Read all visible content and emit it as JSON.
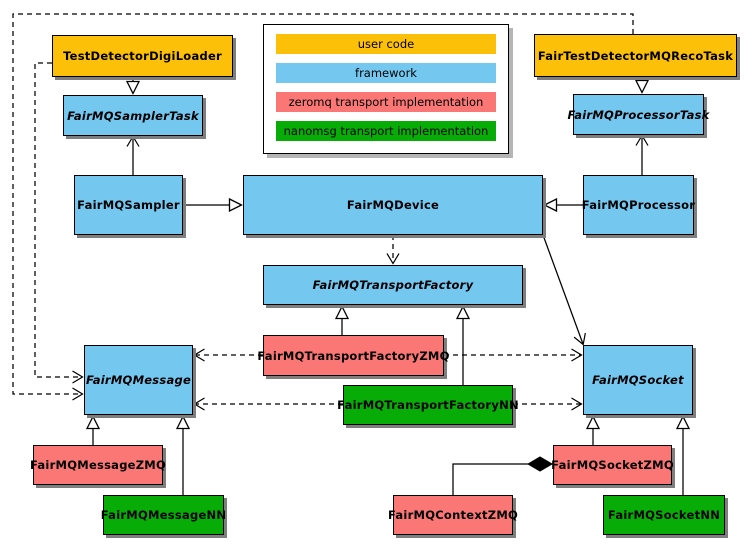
{
  "legend": {
    "items": [
      {
        "key": "user",
        "label": "user code",
        "color": "#FDC008"
      },
      {
        "key": "framework",
        "label": "framework",
        "color": "#74C7EF"
      },
      {
        "key": "zmq",
        "label": "zeromq transport implementation",
        "color": "#FA7775"
      },
      {
        "key": "nn",
        "label": "nanomsg transport implementation",
        "color": "#07AC07"
      }
    ]
  },
  "nodes": [
    {
      "id": "TestDetectorDigiLoader",
      "label": "TestDetectorDigiLoader",
      "category": "user",
      "abstract": false
    },
    {
      "id": "FairTestDetectorMQRecoTask",
      "label": "FairTestDetectorMQRecoTask",
      "category": "user",
      "abstract": false
    },
    {
      "id": "FairMQSamplerTask",
      "label": "FairMQSamplerTask",
      "category": "framework",
      "abstract": true
    },
    {
      "id": "FairMQProcessorTask",
      "label": "FairMQProcessorTask",
      "category": "framework",
      "abstract": true
    },
    {
      "id": "FairMQSampler",
      "label": "FairMQSampler",
      "category": "framework",
      "abstract": false
    },
    {
      "id": "FairMQDevice",
      "label": "FairMQDevice",
      "category": "framework",
      "abstract": false
    },
    {
      "id": "FairMQProcessor",
      "label": "FairMQProcessor",
      "category": "framework",
      "abstract": false
    },
    {
      "id": "FairMQTransportFactory",
      "label": "FairMQTransportFactory",
      "category": "framework",
      "abstract": true
    },
    {
      "id": "FairMQTransportFactoryZMQ",
      "label": "FairMQTransportFactoryZMQ",
      "category": "zmq",
      "abstract": false
    },
    {
      "id": "FairMQTransportFactoryNN",
      "label": "FairMQTransportFactoryNN",
      "category": "nn",
      "abstract": false
    },
    {
      "id": "FairMQMessage",
      "label": "FairMQMessage",
      "category": "framework",
      "abstract": true
    },
    {
      "id": "FairMQSocket",
      "label": "FairMQSocket",
      "category": "framework",
      "abstract": true
    },
    {
      "id": "FairMQMessageZMQ",
      "label": "FairMQMessageZMQ",
      "category": "zmq",
      "abstract": false
    },
    {
      "id": "FairMQMessageNN",
      "label": "FairMQMessageNN",
      "category": "nn",
      "abstract": false
    },
    {
      "id": "FairMQSocketZMQ",
      "label": "FairMQSocketZMQ",
      "category": "zmq",
      "abstract": false
    },
    {
      "id": "FairMQSocketNN",
      "label": "FairMQSocketNN",
      "category": "nn",
      "abstract": false
    },
    {
      "id": "FairMQContextZMQ",
      "label": "FairMQContextZMQ",
      "category": "zmq",
      "abstract": false
    }
  ],
  "edges": [
    {
      "from": "TestDetectorDigiLoader",
      "to": "FairMQSamplerTask",
      "relation": "inheritance",
      "line": "solid"
    },
    {
      "from": "FairTestDetectorMQRecoTask",
      "to": "FairMQProcessorTask",
      "relation": "inheritance",
      "line": "solid"
    },
    {
      "from": "FairMQSampler",
      "to": "FairMQDevice",
      "relation": "inheritance",
      "line": "solid"
    },
    {
      "from": "FairMQProcessor",
      "to": "FairMQDevice",
      "relation": "inheritance",
      "line": "solid"
    },
    {
      "from": "FairMQTransportFactoryZMQ",
      "to": "FairMQTransportFactory",
      "relation": "inheritance",
      "line": "solid"
    },
    {
      "from": "FairMQTransportFactoryNN",
      "to": "FairMQTransportFactory",
      "relation": "inheritance",
      "line": "solid"
    },
    {
      "from": "FairMQMessageZMQ",
      "to": "FairMQMessage",
      "relation": "inheritance",
      "line": "solid"
    },
    {
      "from": "FairMQMessageNN",
      "to": "FairMQMessage",
      "relation": "inheritance",
      "line": "solid"
    },
    {
      "from": "FairMQSocketZMQ",
      "to": "FairMQSocket",
      "relation": "inheritance",
      "line": "solid"
    },
    {
      "from": "FairMQSocketNN",
      "to": "FairMQSocket",
      "relation": "inheritance",
      "line": "solid"
    },
    {
      "from": "FairMQSampler",
      "to": "FairMQSamplerTask",
      "relation": "association",
      "line": "solid"
    },
    {
      "from": "FairMQProcessor",
      "to": "FairMQProcessorTask",
      "relation": "association",
      "line": "solid"
    },
    {
      "from": "FairMQDevice",
      "to": "FairMQSocket",
      "relation": "association",
      "line": "solid"
    },
    {
      "from": "FairMQDevice",
      "to": "FairMQTransportFactory",
      "relation": "dependency",
      "line": "dashed"
    },
    {
      "from": "FairMQTransportFactoryZMQ",
      "to": "FairMQMessage",
      "relation": "dependency",
      "line": "dashed"
    },
    {
      "from": "FairMQTransportFactoryZMQ",
      "to": "FairMQSocket",
      "relation": "dependency",
      "line": "dashed"
    },
    {
      "from": "FairMQTransportFactoryNN",
      "to": "FairMQMessage",
      "relation": "dependency",
      "line": "dashed"
    },
    {
      "from": "FairMQTransportFactoryNN",
      "to": "FairMQSocket",
      "relation": "dependency",
      "line": "dashed"
    },
    {
      "from": "TestDetectorDigiLoader",
      "to": "FairMQMessage",
      "relation": "dependency",
      "line": "dashed"
    },
    {
      "from": "FairTestDetectorMQRecoTask",
      "to": "FairMQMessage",
      "relation": "dependency",
      "line": "dashed"
    },
    {
      "from": "FairMQContextZMQ",
      "to": "FairMQSocketZMQ",
      "relation": "composition",
      "line": "solid"
    }
  ]
}
